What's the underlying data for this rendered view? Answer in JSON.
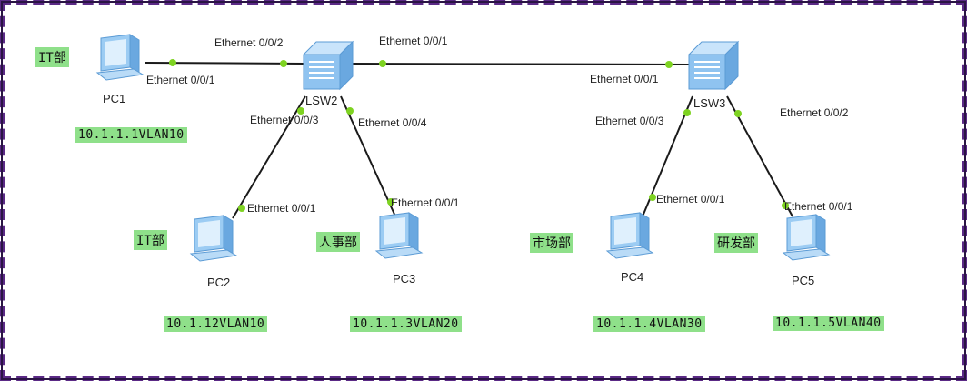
{
  "devices": {
    "pc1": {
      "name": "PC1",
      "dept": "IT部",
      "ip": "10.1.1.1VLAN10"
    },
    "pc2": {
      "name": "PC2",
      "dept": "IT部",
      "ip": "10.1.12VLAN10"
    },
    "pc3": {
      "name": "PC3",
      "dept": "人事部",
      "ip": "10.1.1.3VLAN20"
    },
    "pc4": {
      "name": "PC4",
      "dept": "市场部",
      "ip": "10.1.1.4VLAN30"
    },
    "pc5": {
      "name": "PC5",
      "dept": "研发部",
      "ip": "10.1.1.5VLAN40"
    },
    "lsw2": {
      "name": "LSW2"
    },
    "lsw3": {
      "name": "LSW3"
    }
  },
  "ports": {
    "pc1_e001": "Ethernet 0/0/1",
    "lsw2_e002": "Ethernet 0/0/2",
    "lsw2_e001": "Ethernet 0/0/1",
    "lsw3_e001": "Ethernet 0/0/1",
    "lsw2_e003": "Ethernet 0/0/3",
    "lsw2_e004": "Ethernet 0/0/4",
    "pc2_e001": "Ethernet 0/0/1",
    "pc3_e001": "Ethernet 0/0/1",
    "lsw3_e003": "Ethernet 0/0/3",
    "lsw3_e002": "Ethernet 0/0/2",
    "pc4_e001": "Ethernet 0/0/1",
    "pc5_e001": "Ethernet 0/0/1"
  },
  "colors": {
    "frame": "#5b2a86",
    "label_bg": "#8fe08a",
    "link": "#1a1a1a",
    "port_dot": "#7ed321",
    "device_blue": "#7fb8ec"
  }
}
